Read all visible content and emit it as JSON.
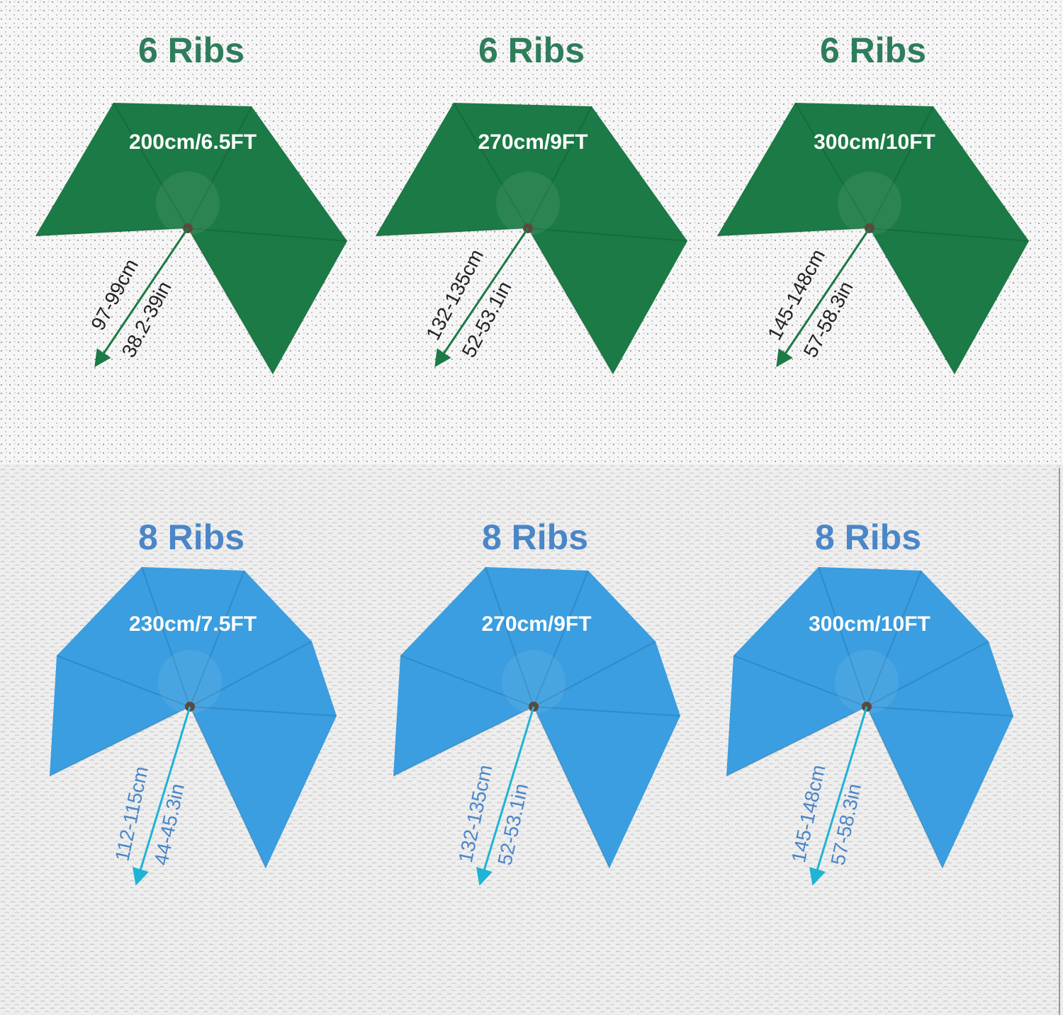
{
  "colors": {
    "green_canopy": "#1b7a45",
    "green_text": "#2e7d5b",
    "blue_canopy": "#3a9ee0",
    "blue_text": "#4a86c8",
    "blue_arrow": "#1fb3d6",
    "top_bg": "#f4f4f4",
    "bottom_bg": "#ececec"
  },
  "six_rib": [
    {
      "title": "6 Ribs",
      "size": "200cm/6.5FT",
      "rib_cm": "97-99cm",
      "rib_in": "38.2-39in"
    },
    {
      "title": "6 Ribs",
      "size": "270cm/9FT",
      "rib_cm": "132-135cm",
      "rib_in": "52-53.1in"
    },
    {
      "title": "6 Ribs",
      "size": "300cm/10FT",
      "rib_cm": "145-148cm",
      "rib_in": "57-58.3in"
    }
  ],
  "eight_rib": [
    {
      "title": "8 Ribs",
      "size": "230cm/7.5FT",
      "rib_cm": "112-115cm",
      "rib_in": "44-45.3in"
    },
    {
      "title": "8 Ribs",
      "size": "270cm/9FT",
      "rib_cm": "132-135cm",
      "rib_in": "52-53.1in"
    },
    {
      "title": "8 Ribs",
      "size": "300cm/10FT",
      "rib_cm": "145-148cm",
      "rib_in": "57-58.3in"
    }
  ]
}
